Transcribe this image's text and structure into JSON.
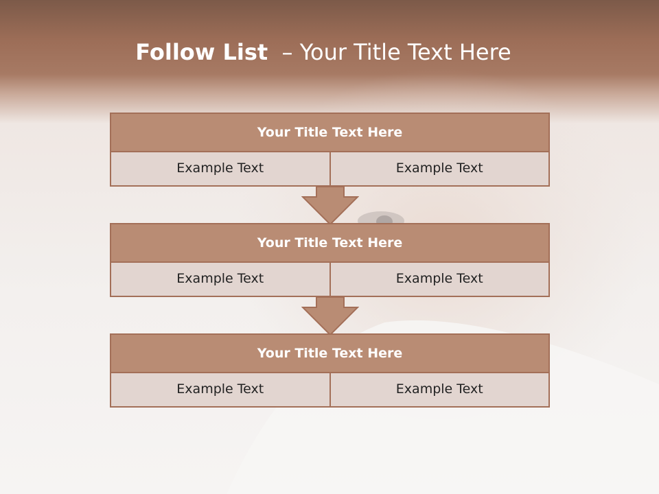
{
  "title": {
    "bold": "Follow List",
    "sep": "  – ",
    "light": "Your Title Text Here"
  },
  "blocks": [
    {
      "heading": "Your Title Text Here",
      "left": "Example Text",
      "right": "Example Text"
    },
    {
      "heading": "Your Title Text Here",
      "left": "Example Text",
      "right": "Example Text"
    },
    {
      "heading": "Your Title Text Here",
      "left": "Example Text",
      "right": "Example Text"
    }
  ],
  "colors": {
    "header_band": "#9c6d57",
    "block_fill": "#b98c74",
    "block_border": "#a36f58",
    "row_fill": "#e2d5d0"
  }
}
